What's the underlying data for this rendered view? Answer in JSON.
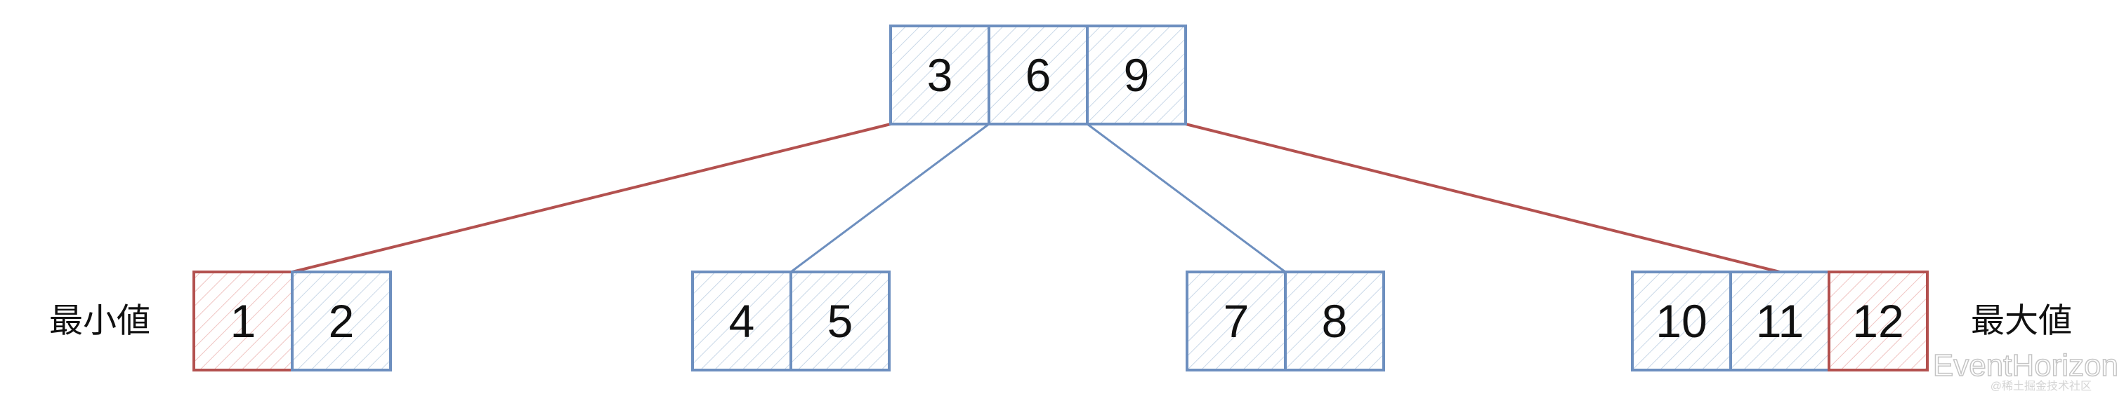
{
  "diagram": {
    "root": {
      "keys": [
        "3",
        "6",
        "9"
      ]
    },
    "leaves": [
      {
        "keys": [
          "1",
          "2"
        ],
        "highlight": [
          0
        ]
      },
      {
        "keys": [
          "4",
          "5"
        ],
        "highlight": []
      },
      {
        "keys": [
          "7",
          "8"
        ],
        "highlight": []
      },
      {
        "keys": [
          "10",
          "11",
          "12"
        ],
        "highlight": [
          2
        ]
      }
    ],
    "labels": {
      "min": "最小値",
      "max": "最大値"
    },
    "watermark": "EventHorizon",
    "watermark_sub": "@稀土掘金技术社区",
    "colors": {
      "blue": "#6d8fbf",
      "red": "#b3514f",
      "blue_hatch": "#c9d8e8",
      "red_hatch": "#f0c4c2",
      "text": "#111111"
    }
  }
}
